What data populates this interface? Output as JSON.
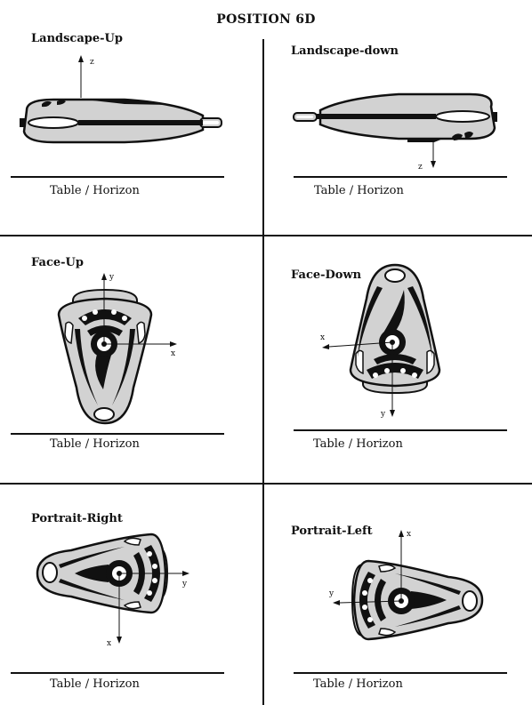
{
  "title": "POSITION 6D",
  "horizon_label": "Table / Horizon",
  "panels": [
    {
      "id": "landscape-up",
      "label": "Landscape-Up",
      "axis": "z"
    },
    {
      "id": "landscape-down",
      "label": "Landscape-down",
      "axis": "z"
    },
    {
      "id": "face-up",
      "label": "Face-Up",
      "axes": [
        "y",
        "x"
      ]
    },
    {
      "id": "face-down",
      "label": "Face-Down",
      "axes": [
        "x",
        "y"
      ]
    },
    {
      "id": "portrait-right",
      "label": "Portrait-Right",
      "axes": [
        "y",
        "x"
      ]
    },
    {
      "id": "portrait-left",
      "label": "Portrait-Left",
      "axes": [
        "x",
        "y"
      ]
    }
  ],
  "colors": {
    "device_fill": "#d2d2d2",
    "device_stroke": "#111111",
    "dark": "#111111"
  }
}
